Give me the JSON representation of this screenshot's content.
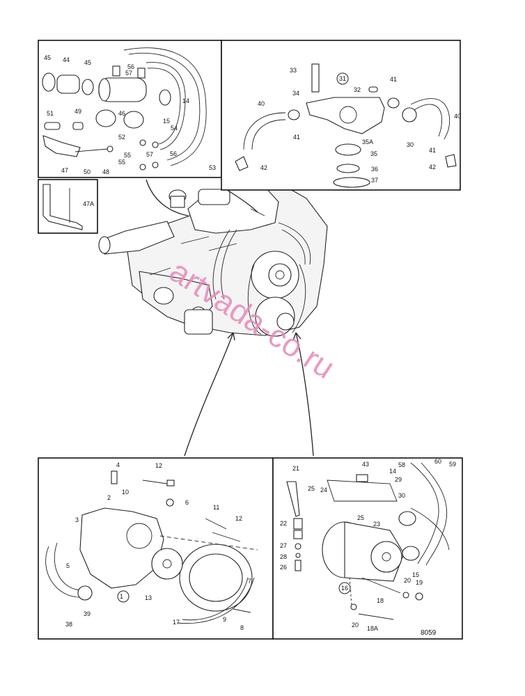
{
  "diagram": {
    "top_left_labels": [
      "45",
      "44",
      "45",
      "56",
      "57",
      "46",
      "15",
      "14",
      "51",
      "49",
      "52",
      "54",
      "55",
      "57",
      "56",
      "47",
      "50",
      "48",
      "55",
      "53"
    ],
    "small_box_label": "47A",
    "top_right_labels": [
      "33",
      "34",
      "31",
      "32",
      "41",
      "40",
      "41",
      "35A",
      "35",
      "36",
      "37",
      "42",
      "40",
      "41",
      "42",
      "30"
    ],
    "bottom_left_labels": [
      "4",
      "12",
      "2",
      "10",
      "6",
      "3",
      "11",
      "12",
      "5",
      "1",
      "13",
      "7",
      "39",
      "38",
      "17",
      "9",
      "8"
    ],
    "bottom_right_labels": [
      "21",
      "43",
      "58",
      "60",
      "59",
      "14",
      "29",
      "25",
      "24",
      "30",
      "22",
      "25",
      "23",
      "27",
      "28",
      "26",
      "16",
      "20",
      "19",
      "15",
      "18",
      "20",
      "18A"
    ],
    "drawing_number": "8059",
    "watermark": "artvada-co.ru"
  }
}
